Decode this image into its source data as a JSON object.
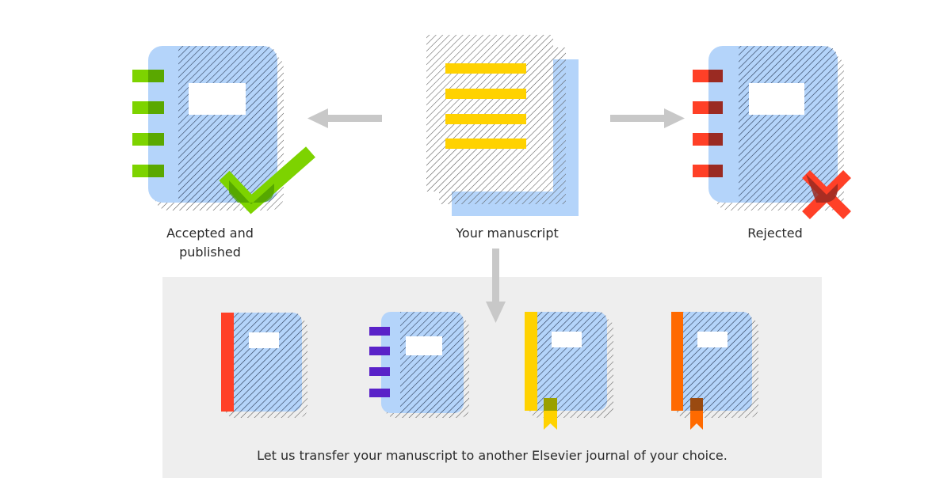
{
  "labels": {
    "accepted": "Accepted and\npublished",
    "manuscript": "Your manuscript",
    "rejected": "Rejected",
    "transfer": "Let us transfer your manuscript to another Elsevier journal of your choice."
  },
  "colors": {
    "journal_blue": "#b4d4fa",
    "hatch": "#2a3a55",
    "accept_green": "#7dd300",
    "reject_red": "#ff4027",
    "yellow": "#ffd200",
    "purple": "#5a22c8",
    "orange": "#ff6a00",
    "arrow_gray": "#c8c8c8",
    "panel_gray": "#eeeeee"
  },
  "icons": {
    "accepted_mark": "checkmark-icon",
    "rejected_mark": "x-mark-icon"
  }
}
